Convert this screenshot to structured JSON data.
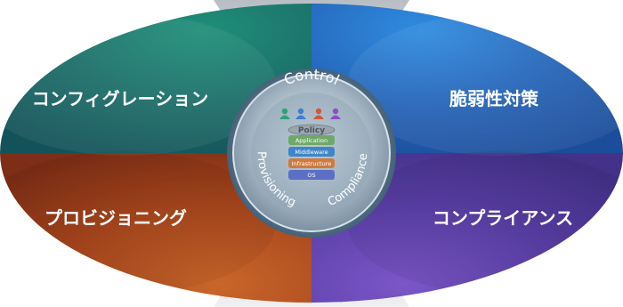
{
  "quadrants": {
    "top_left": {
      "label": "コンフィグレーション",
      "color": "#1f6f6a"
    },
    "top_right": {
      "label": "脆弱性対策",
      "color": "#2c63b8"
    },
    "bottom_left": {
      "label": "プロビジョニング",
      "color": "#b2501d"
    },
    "bottom_right": {
      "label": "コンプライアンス",
      "color": "#5b46a8"
    }
  },
  "center": {
    "arc_top": "Control",
    "arc_left": "Provisioning",
    "arc_right": "Compliance",
    "stack": {
      "top": "Policy",
      "layers": [
        "Application",
        "Middleware",
        "Infrastructure",
        "OS"
      ]
    }
  },
  "colors": {
    "people": [
      "#2aa37a",
      "#3d7ed6",
      "#d0583c",
      "#8b4fc2"
    ],
    "stack_layers": [
      "#6fa86b",
      "#3f86c9",
      "#d07a3e",
      "#5b6fc4"
    ]
  }
}
